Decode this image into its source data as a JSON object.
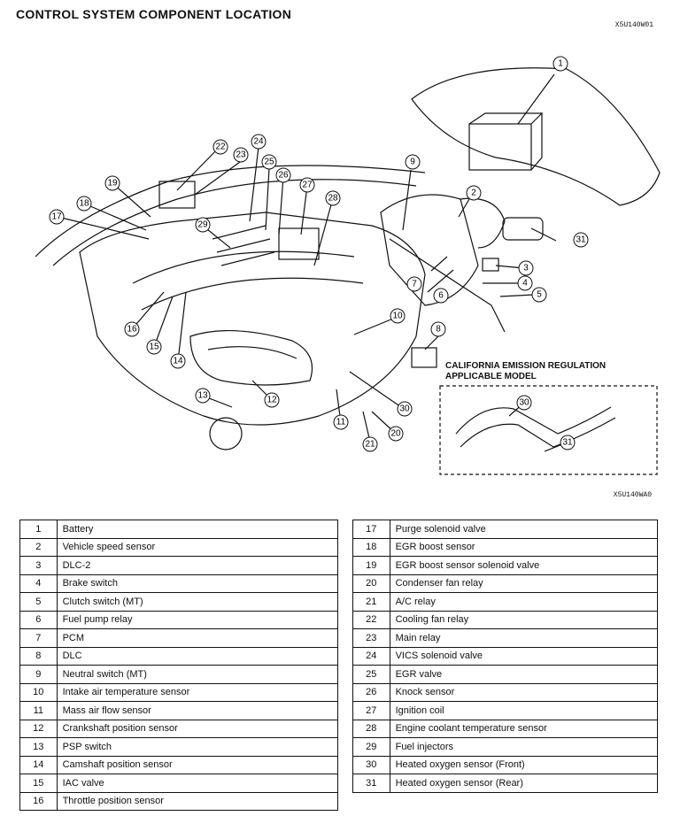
{
  "title": "CONTROL SYSTEM COMPONENT LOCATION",
  "code_top": "X5U140W01",
  "code_mid": "X5U140WA0",
  "california_label": [
    "CALIFORNIA EMISSION REGULATION",
    "APPLICABLE MODEL"
  ],
  "callouts": [
    "1",
    "2",
    "3",
    "4",
    "5",
    "6",
    "7",
    "8",
    "9",
    "10",
    "11",
    "12",
    "13",
    "14",
    "15",
    "16",
    "17",
    "18",
    "19",
    "22",
    "23",
    "24",
    "25",
    "26",
    "27",
    "28",
    "29",
    "30",
    "31",
    "20",
    "21",
    "30",
    "31"
  ],
  "components": [
    {
      "num": "1",
      "name": "Battery"
    },
    {
      "num": "2",
      "name": "Vehicle speed sensor"
    },
    {
      "num": "3",
      "name": "DLC-2"
    },
    {
      "num": "4",
      "name": "Brake switch"
    },
    {
      "num": "5",
      "name": "Clutch switch (MT)"
    },
    {
      "num": "6",
      "name": "Fuel pump relay"
    },
    {
      "num": "7",
      "name": "PCM"
    },
    {
      "num": "8",
      "name": "DLC"
    },
    {
      "num": "9",
      "name": "Neutral switch (MT)"
    },
    {
      "num": "10",
      "name": "Intake air temperature sensor"
    },
    {
      "num": "11",
      "name": "Mass air flow sensor"
    },
    {
      "num": "12",
      "name": "Crankshaft position sensor"
    },
    {
      "num": "13",
      "name": "PSP switch"
    },
    {
      "num": "14",
      "name": "Camshaft position sensor"
    },
    {
      "num": "15",
      "name": "IAC valve"
    },
    {
      "num": "16",
      "name": "Throttle position sensor"
    },
    {
      "num": "17",
      "name": "Purge solenoid valve"
    },
    {
      "num": "18",
      "name": "EGR boost sensor"
    },
    {
      "num": "19",
      "name": "EGR boost sensor solenoid valve"
    },
    {
      "num": "20",
      "name": "Condenser fan relay"
    },
    {
      "num": "21",
      "name": "A/C relay"
    },
    {
      "num": "22",
      "name": "Cooling fan relay"
    },
    {
      "num": "23",
      "name": "Main relay"
    },
    {
      "num": "24",
      "name": "VICS solenoid valve"
    },
    {
      "num": "25",
      "name": "EGR valve"
    },
    {
      "num": "26",
      "name": "Knock sensor"
    },
    {
      "num": "27",
      "name": "Ignition coil"
    },
    {
      "num": "28",
      "name": "Engine coolant temperature sensor"
    },
    {
      "num": "29",
      "name": "Fuel injectors"
    },
    {
      "num": "30",
      "name": "Heated oxygen sensor (Front)"
    },
    {
      "num": "31",
      "name": "Heated oxygen sensor (Rear)"
    }
  ]
}
